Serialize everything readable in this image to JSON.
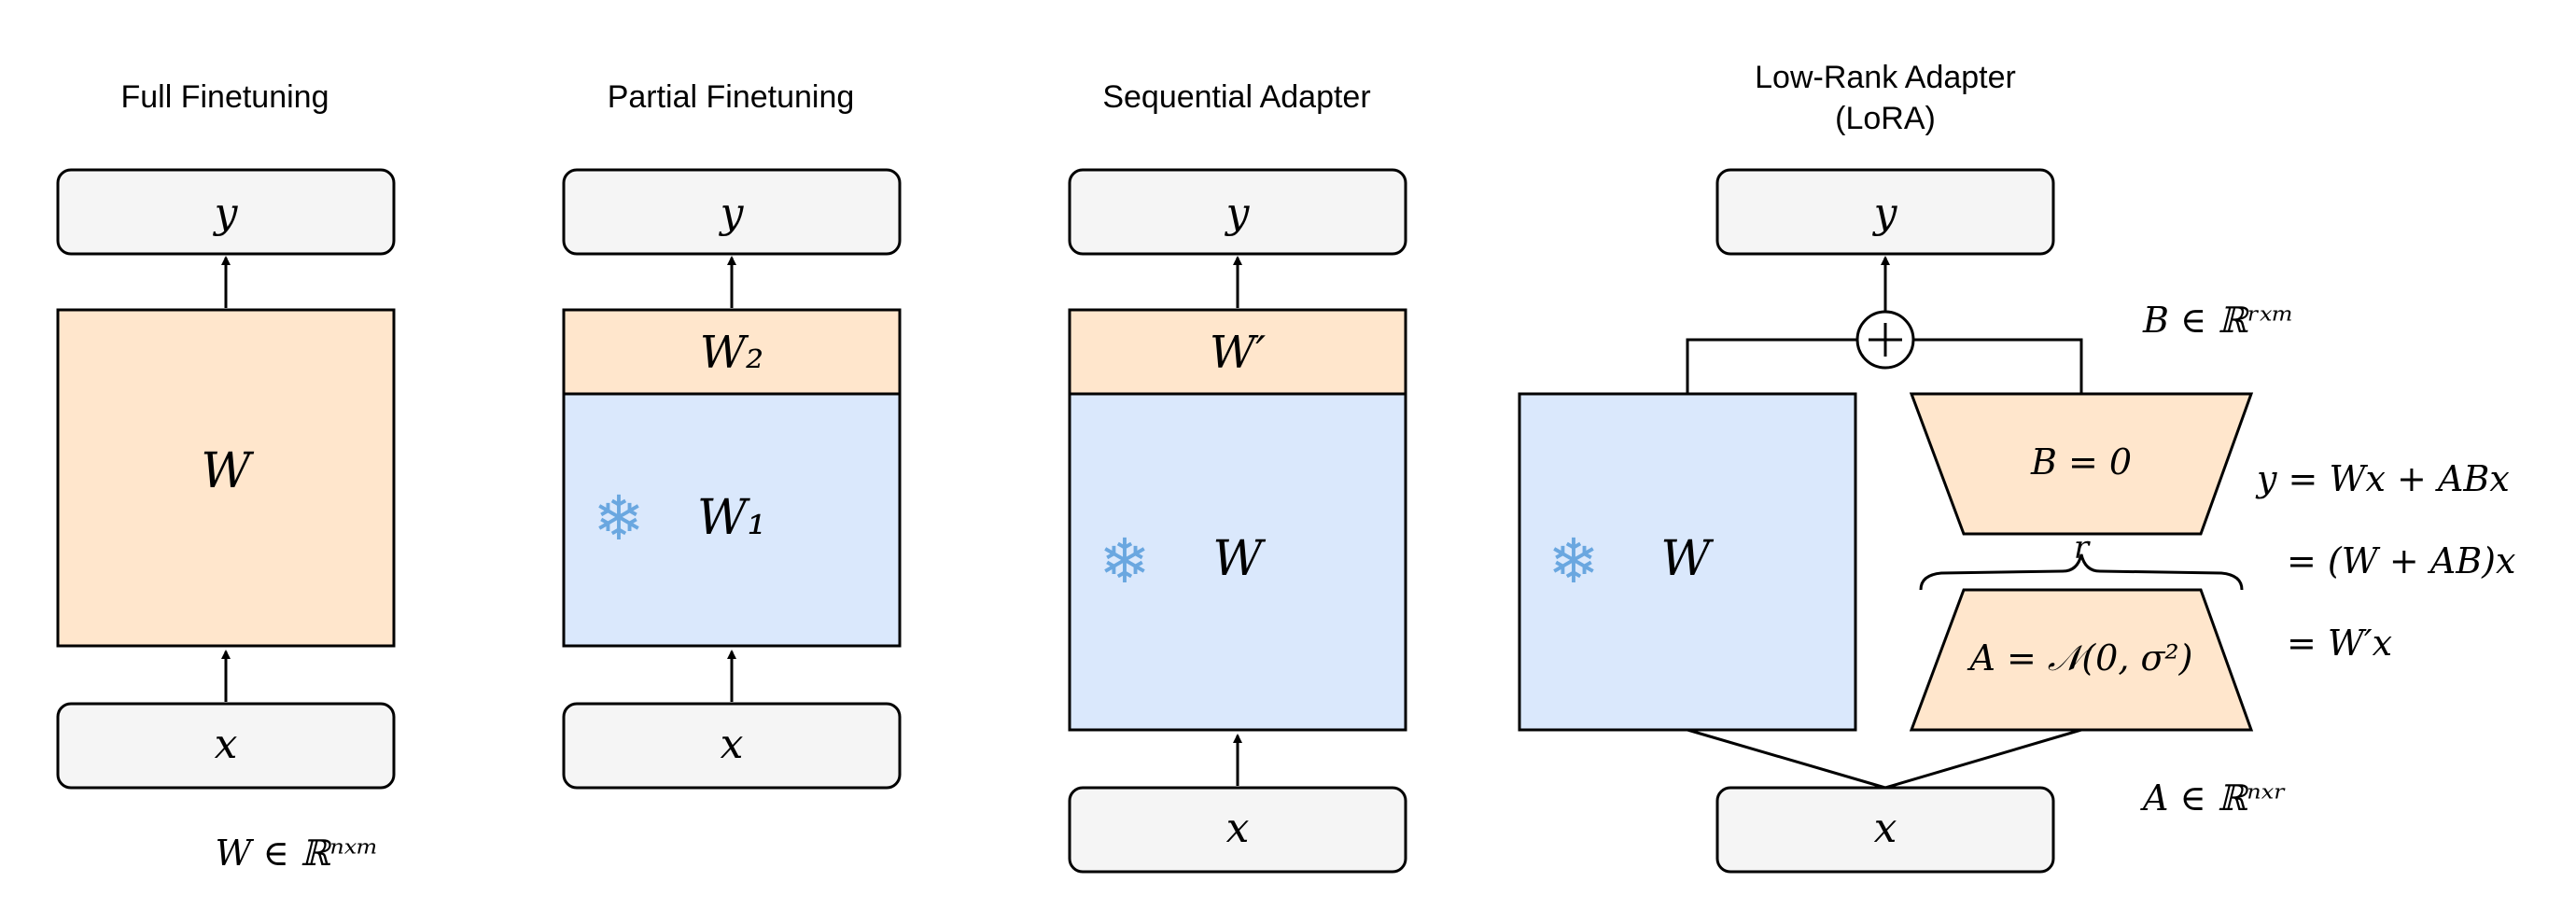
{
  "colors": {
    "gray_box": "#f5f5f5",
    "orange_box": "#ffe6cc",
    "blue_box": "#dae8fc",
    "stroke": "#000000",
    "snowflake": "#6aa7e0"
  },
  "icons": {
    "frozen": "snowflake-icon"
  },
  "panels": {
    "full": {
      "title": "Full Finetuning",
      "output": "y",
      "weight": "W",
      "input": "x",
      "shape_note": "W ∈ ℝⁿˣᵐ"
    },
    "partial": {
      "title": "Partial Finetuning",
      "output": "y",
      "trainable": "W₂",
      "frozen": "W₁",
      "input": "x"
    },
    "sequential": {
      "title": "Sequential Adapter",
      "output": "y",
      "trainable": "W′",
      "frozen": "W",
      "input": "x"
    },
    "lora": {
      "title_line1": "Low-Rank Adapter",
      "title_line2": "(LoRA)",
      "output": "y",
      "frozen": "W",
      "input": "x",
      "b_box": "B = 0",
      "a_box": "A = 𝒩(0, σ²)",
      "rank": "r",
      "b_shape": "B ∈ ℝʳˣᵐ",
      "a_shape": "A ∈ ℝⁿˣʳ",
      "eq1": "y = Wx + ABx",
      "eq2": "= (W + AB)x",
      "eq3": "= W′x"
    }
  }
}
